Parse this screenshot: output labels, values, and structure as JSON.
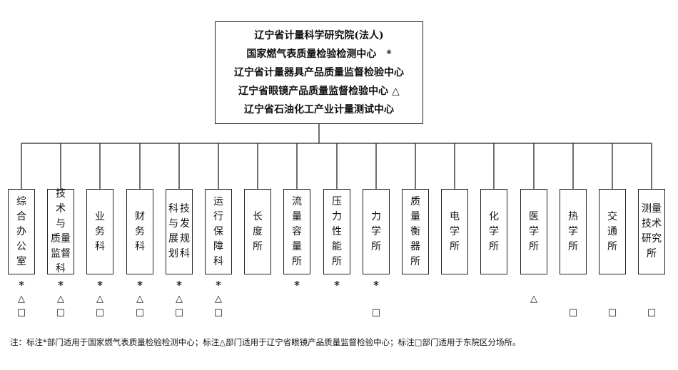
{
  "root": {
    "lines": [
      "辽宁省计量科学研究院(法人)",
      "国家燃气表质量检验检测中心　*",
      "辽宁省计量器具产品质量监督检验中心",
      "辽宁省眼镜产品质量监督检验中心 △",
      "辽宁省石油化工产业计量测试中心"
    ]
  },
  "departments": [
    {
      "name": "综合办公室",
      "columns": [
        [
          "综",
          "合",
          "办",
          "公",
          "室"
        ]
      ],
      "marks": [
        "*",
        "△",
        "□"
      ]
    },
    {
      "name": "技术与质量监督科",
      "columns": [
        [
          "技",
          "术",
          "与",
          "质量",
          "监督",
          "科"
        ]
      ],
      "marks": [
        "*",
        "△",
        "□"
      ]
    },
    {
      "name": "业务科",
      "columns": [
        [
          "业",
          "务",
          "科"
        ]
      ],
      "marks": [
        "*",
        "△",
        "□"
      ]
    },
    {
      "name": "财务科",
      "columns": [
        [
          "财",
          "务",
          "科"
        ]
      ],
      "marks": [
        "*",
        "△",
        "□"
      ]
    },
    {
      "name": "科技与发展规划科",
      "columns": [
        [
          "科",
          "与",
          "展",
          "划"
        ],
        [
          "技",
          "发",
          "规",
          "科"
        ]
      ],
      "marks": [
        "*",
        "△",
        "□"
      ]
    },
    {
      "name": "运行保障科",
      "columns": [
        [
          "运",
          "行",
          "保",
          "障",
          "科"
        ]
      ],
      "marks": [
        "*",
        "△",
        "□"
      ]
    },
    {
      "name": "长度所",
      "columns": [
        [
          "长",
          "度",
          "所"
        ]
      ],
      "marks": []
    },
    {
      "name": "流量容量所",
      "columns": [
        [
          "流",
          "量",
          "容",
          "量",
          "所"
        ]
      ],
      "marks": [
        "*"
      ]
    },
    {
      "name": "压力性能所",
      "columns": [
        [
          "压",
          "力",
          "性",
          "能",
          "所"
        ]
      ],
      "marks": [
        "*"
      ]
    },
    {
      "name": "力学所",
      "columns": [
        [
          "力",
          "学",
          "所"
        ]
      ],
      "marks": [
        "*",
        "□"
      ]
    },
    {
      "name": "质量衡器所",
      "columns": [
        [
          "质",
          "量",
          "衡",
          "器",
          "所"
        ]
      ],
      "marks": []
    },
    {
      "name": "电学所",
      "columns": [
        [
          "电",
          "学",
          "所"
        ]
      ],
      "marks": []
    },
    {
      "name": "化学所",
      "columns": [
        [
          "化",
          "学",
          "所"
        ]
      ],
      "marks": []
    },
    {
      "name": "医学所",
      "columns": [
        [
          "医",
          "学",
          "所"
        ]
      ],
      "marks": [
        "△"
      ]
    },
    {
      "name": "热学所",
      "columns": [
        [
          "热",
          "学",
          "所"
        ]
      ],
      "marks": [
        "□"
      ]
    },
    {
      "name": "交通所",
      "columns": [
        [
          "交",
          "通",
          "所"
        ]
      ],
      "marks": [
        "□"
      ]
    },
    {
      "name": "测量技术研究所",
      "columns": [
        [
          "测量",
          "技术",
          "研究",
          "所"
        ]
      ],
      "marks": [
        "□"
      ]
    }
  ],
  "note": "注：标注*部门适用于国家燃气表质量检验检测中心；标注△部门适用于辽宁省眼镜产品质量监督检验中心；标注□部门适用于东院区分场所。"
}
